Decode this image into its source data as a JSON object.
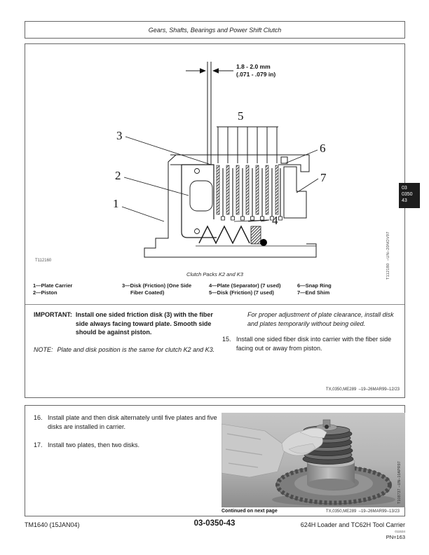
{
  "header": {
    "title": "Gears, Shafts, Bearings and Power Shift Clutch"
  },
  "side_tab": {
    "line1": "03",
    "line2": "0350",
    "line3": "43"
  },
  "figure": {
    "measurement": {
      "metric": "1.8 - 2.0 mm",
      "imperial": "(.071 - .079 in)"
    },
    "callouts": {
      "c1": "1",
      "c2": "2",
      "c3": "3",
      "c4": "4",
      "c5": "5",
      "c6": "6",
      "c7": "7"
    },
    "image_id": "T112160",
    "margin_label": "T112180  –UN–20NOV97",
    "caption": "Clutch Packs K2 and K3",
    "legend": {
      "col1_line1": "1—Plate Carrier",
      "col1_line2": "2—Piston",
      "col2_line1": "3—Disk (Friction) (One Side",
      "col2_line2": "Fiber Coated)",
      "col3_line1": "4—Plate (Separator) (7 used)",
      "col3_line2": "5—Disk (Friction) (7 used)",
      "col4_line1": "6—Snap Ring",
      "col4_line2": "7—End Shim"
    }
  },
  "section1": {
    "important_label": "IMPORTANT:",
    "important_text": "Install one sided friction disk (3) with the fiber side always facing toward plate. Smooth side should be against piston.",
    "note_label": "NOTE:",
    "note_text": "Plate and disk position is the same for clutch K2 and K3.",
    "adjustment_note": "For proper adjustment of plate clearance, install disk and plates temporarily without being oiled.",
    "step15_num": "15.",
    "step15_text": "Install one sided fiber disk into carrier with the fiber side facing out or away from piston.",
    "ref": "TX,0350,ME289  –19–26MAR99–12/23"
  },
  "section2": {
    "step16_num": "16.",
    "step16_text": "Install plate and then disk alternately until five plates and five disks are installed in carrier.",
    "step17_num": "17.",
    "step17_text": "Install two plates, then two disks.",
    "photo_margin_label": "T108737  –UN–10APR97",
    "continued": "Continued on next page",
    "ref": "TX,0350,ME289  –19–26MAR99–13/23"
  },
  "footer": {
    "left": "TM1640 (15JAN04)",
    "center": "03-0350-43",
    "right": "624H Loader and TC62H Tool Carrier",
    "print_code": "011534",
    "pn": "PN=163"
  }
}
